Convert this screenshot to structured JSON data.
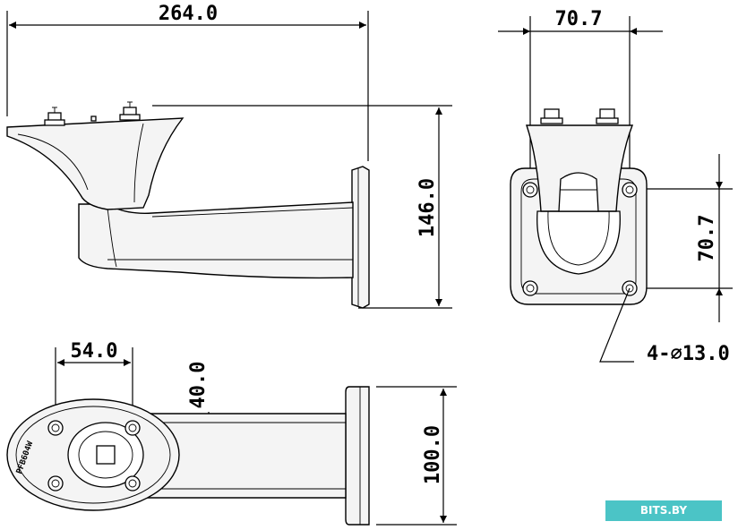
{
  "dimensions": {
    "side_length": "264.0",
    "side_height": "146.0",
    "front_width": "70.7",
    "front_height": "70.7",
    "front_holes": "4-∅13.0",
    "bottom_hole_spacing": "54.0",
    "bottom_hole_pitch": "40.0",
    "bottom_plate_height": "100.0"
  },
  "engraving": "PFB604W",
  "watermark": "BITS.BY"
}
